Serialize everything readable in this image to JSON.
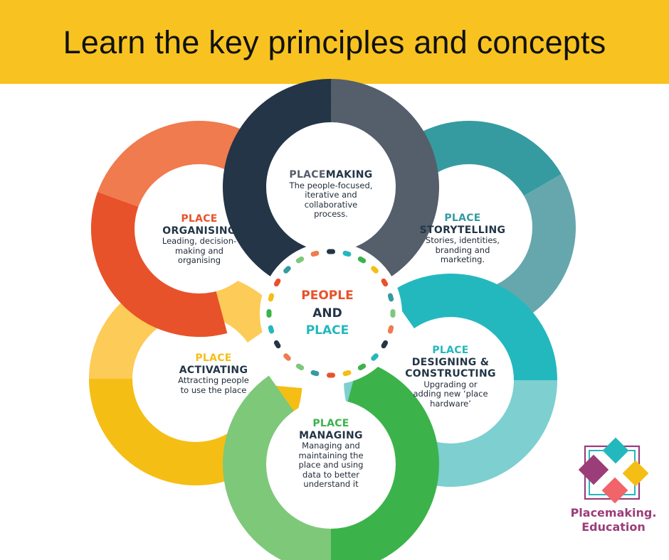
{
  "header": {
    "title": "Learn the key principles and concepts"
  },
  "center": {
    "line1": "PEOPLE",
    "line2": "AND",
    "line3": "PLACE"
  },
  "petals": [
    {
      "id": "making",
      "prefix": "PLACE",
      "suffix": "MAKING",
      "heading": "",
      "desc": [
        "The people-focused,",
        "iterative and",
        "collaborative",
        "process."
      ],
      "colors": [
        "#233547",
        "#555E6B"
      ]
    },
    {
      "id": "storytelling",
      "prefix": "PLACE",
      "suffix": "",
      "heading": "STORYTELLING",
      "desc": [
        "Stories, identities,",
        "branding and",
        "marketing."
      ],
      "colors": [
        "#359BA0",
        "#66A7AE"
      ]
    },
    {
      "id": "designing",
      "prefix": "PLACE",
      "suffix": "",
      "heading": "DESIGNING &",
      "heading2": "CONSTRUCTING",
      "desc": [
        "Upgrading or",
        "adding new ‘place",
        "hardware’"
      ],
      "colors": [
        "#23B8BE",
        "#7ECFD0"
      ]
    },
    {
      "id": "managing",
      "prefix": "PLACE",
      "suffix": "",
      "heading": "MANAGING",
      "desc": [
        "Managing and",
        "maintaining the",
        "place and using",
        "data to better",
        "understand it"
      ],
      "colors": [
        "#3BB34A",
        "#7EC87A"
      ]
    },
    {
      "id": "activating",
      "prefix": "PLACE",
      "suffix": "",
      "heading": "ACTIVATING",
      "desc": [
        "Attracting people",
        "to use the place"
      ],
      "colors": [
        "#F5BE14",
        "#FDCB57"
      ]
    },
    {
      "id": "organising",
      "prefix": "PLACE",
      "suffix": "",
      "heading": "ORGANISING",
      "desc": [
        "Leading, decision-",
        "making and",
        "organising"
      ],
      "colors": [
        "#E8522A",
        "#EF7B4E"
      ]
    }
  ],
  "dots": {
    "colors": [
      "#233547",
      "#23B8BE",
      "#3BB34A",
      "#F5BE14",
      "#E8522A",
      "#359BA0",
      "#7EC87A",
      "#EF7B4E"
    ]
  },
  "logo": {
    "line1": "Placemaking.",
    "line2": "Education",
    "colors": [
      "#9B3D79",
      "#23B8BE",
      "#F5BE14",
      "#F0646A"
    ]
  }
}
